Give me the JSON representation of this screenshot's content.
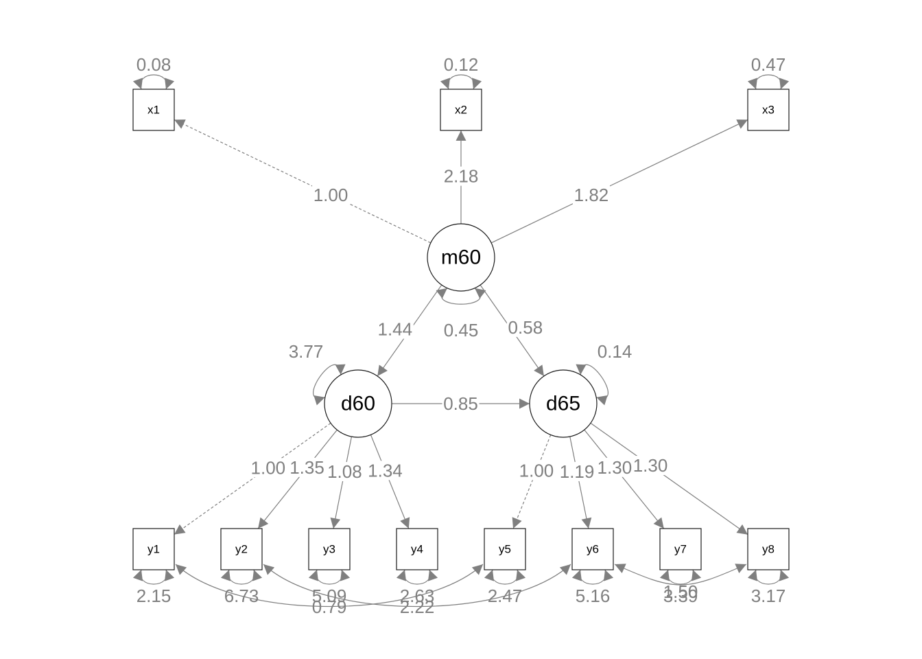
{
  "diagram": {
    "type": "sem-path-diagram",
    "colors": {
      "edge": "#7f7f7f",
      "node_stroke": "#1a1a1a",
      "label": "#7f7f7f",
      "node_text": "#000000"
    },
    "nodes": [
      {
        "id": "x1",
        "label": "x1",
        "shape": "box"
      },
      {
        "id": "x2",
        "label": "x2",
        "shape": "box"
      },
      {
        "id": "x3",
        "label": "x3",
        "shape": "box"
      },
      {
        "id": "m60",
        "label": "m60",
        "shape": "circle"
      },
      {
        "id": "d60",
        "label": "d60",
        "shape": "circle"
      },
      {
        "id": "d65",
        "label": "d65",
        "shape": "circle"
      },
      {
        "id": "y1",
        "label": "y1",
        "shape": "box"
      },
      {
        "id": "y2",
        "label": "y2",
        "shape": "box"
      },
      {
        "id": "y3",
        "label": "y3",
        "shape": "box"
      },
      {
        "id": "y4",
        "label": "y4",
        "shape": "box"
      },
      {
        "id": "y5",
        "label": "y5",
        "shape": "box"
      },
      {
        "id": "y6",
        "label": "y6",
        "shape": "box"
      },
      {
        "id": "y7",
        "label": "y7",
        "shape": "box"
      },
      {
        "id": "y8",
        "label": "y8",
        "shape": "box"
      }
    ],
    "edges": [
      {
        "from": "m60",
        "to": "x1",
        "label": "1.00",
        "style": "dashed"
      },
      {
        "from": "m60",
        "to": "x2",
        "label": "2.18",
        "style": "solid"
      },
      {
        "from": "m60",
        "to": "x3",
        "label": "1.82",
        "style": "solid"
      },
      {
        "from": "m60",
        "to": "d60",
        "label": "1.44",
        "style": "solid"
      },
      {
        "from": "m60",
        "to": "d65",
        "label": "0.58",
        "style": "solid"
      },
      {
        "from": "d60",
        "to": "d65",
        "label": "0.85",
        "style": "solid"
      },
      {
        "from": "d60",
        "to": "y1",
        "label": "1.00",
        "style": "dashed"
      },
      {
        "from": "d60",
        "to": "y2",
        "label": "1.35",
        "style": "solid"
      },
      {
        "from": "d60",
        "to": "y3",
        "label": "1.08",
        "style": "solid"
      },
      {
        "from": "d60",
        "to": "y4",
        "label": "1.34",
        "style": "solid"
      },
      {
        "from": "d65",
        "to": "y5",
        "label": "1.00",
        "style": "dashed"
      },
      {
        "from": "d65",
        "to": "y6",
        "label": "1.19",
        "style": "solid"
      },
      {
        "from": "d65",
        "to": "y7",
        "label": "1.30",
        "style": "solid"
      },
      {
        "from": "d65",
        "to": "y8",
        "label": "1.30",
        "style": "solid"
      }
    ],
    "variances": [
      {
        "node": "x1",
        "label": "0.08"
      },
      {
        "node": "x2",
        "label": "0.12"
      },
      {
        "node": "x3",
        "label": "0.47"
      },
      {
        "node": "m60",
        "label": "0.45"
      },
      {
        "node": "d60",
        "label": "3.77"
      },
      {
        "node": "d65",
        "label": "0.14"
      },
      {
        "node": "y1",
        "label": "2.15"
      },
      {
        "node": "y2",
        "label": "6.73"
      },
      {
        "node": "y3",
        "label": "5.09"
      },
      {
        "node": "y4",
        "label": "2.63"
      },
      {
        "node": "y5",
        "label": "2.47"
      },
      {
        "node": "y6",
        "label": "5.16"
      },
      {
        "node": "y7",
        "label": "3.39"
      },
      {
        "node": "y8",
        "label": "3.17"
      }
    ],
    "covariances": [
      {
        "a": "y1",
        "b": "y5",
        "label": "0.79"
      },
      {
        "a": "y2",
        "b": "y6",
        "label": "2.22"
      },
      {
        "a": "y6",
        "b": "y8",
        "label": "1.50"
      }
    ]
  }
}
